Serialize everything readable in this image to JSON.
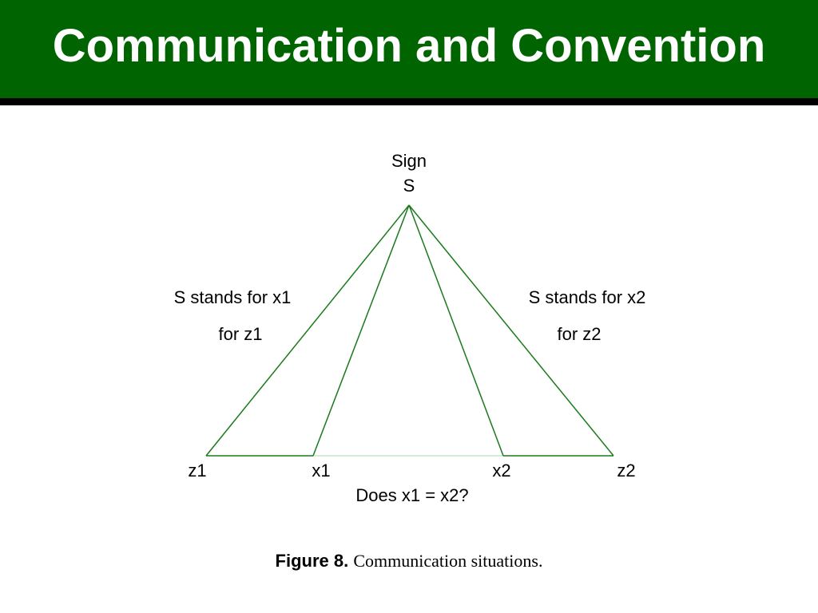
{
  "slide": {
    "title": "Communication and Convention",
    "colors": {
      "title_bar": "#006400",
      "title_rule": "#000000",
      "line": "#1a7a1a",
      "baseline": "#c8e6c8"
    }
  },
  "diagram": {
    "apex_label_line1": "Sign",
    "apex_label_line2": "S",
    "left_annotation_line1": "S stands for x1",
    "left_annotation_line2": "for z1",
    "right_annotation_line1": "S stands for x2",
    "right_annotation_line2": "for z2",
    "nodes": [
      "z1",
      "x1",
      "x2",
      "z2"
    ],
    "question": "Does x1 = x2?"
  },
  "caption": {
    "label": "Figure 8.",
    "text": "Communication situations."
  }
}
